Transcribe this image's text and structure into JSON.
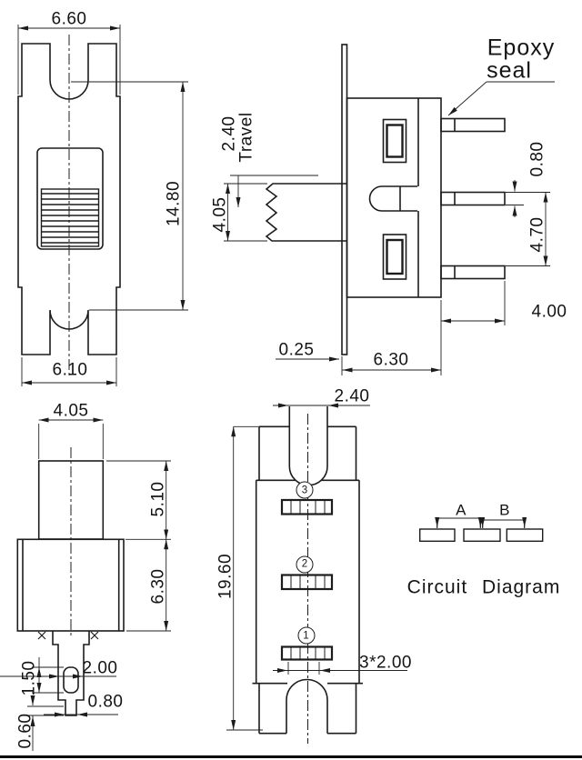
{
  "title": "Slide switch dimensional drawing",
  "colors": {
    "background": "#ffffff",
    "line": "#1c1c1c"
  },
  "labels": {
    "front_width_top": "6.60",
    "front_height": "14.80",
    "front_width_bottom": "6.10",
    "epoxy_line1": "Epoxy",
    "epoxy_line2": "seal",
    "side_travel_value": "2.40",
    "side_travel_word": "Travel",
    "side_knob_height": "4.05",
    "side_plate_thickness": "0.25",
    "side_body_width": "6.30",
    "side_pin_thickness": "0.80",
    "side_pin_pitch": "4.70",
    "side_pin_length": "4.00",
    "top_knob_width": "4.05",
    "top_knob_height": "5.10",
    "top_body_height": "6.30",
    "top_pin_step": "1.50",
    "top_pin_width": "2.00",
    "top_pin_tip_width": "0.80",
    "top_pin_tip_height": "0.60",
    "bottom_stem_width": "2.40",
    "bottom_total_length": "19.60",
    "bottom_pin_pitch": "3*2.00",
    "terminal_3": "3",
    "terminal_2": "2",
    "terminal_1": "1",
    "circuit_a": "A",
    "circuit_b": "B",
    "circuit_title": "Circuit Diagram"
  }
}
